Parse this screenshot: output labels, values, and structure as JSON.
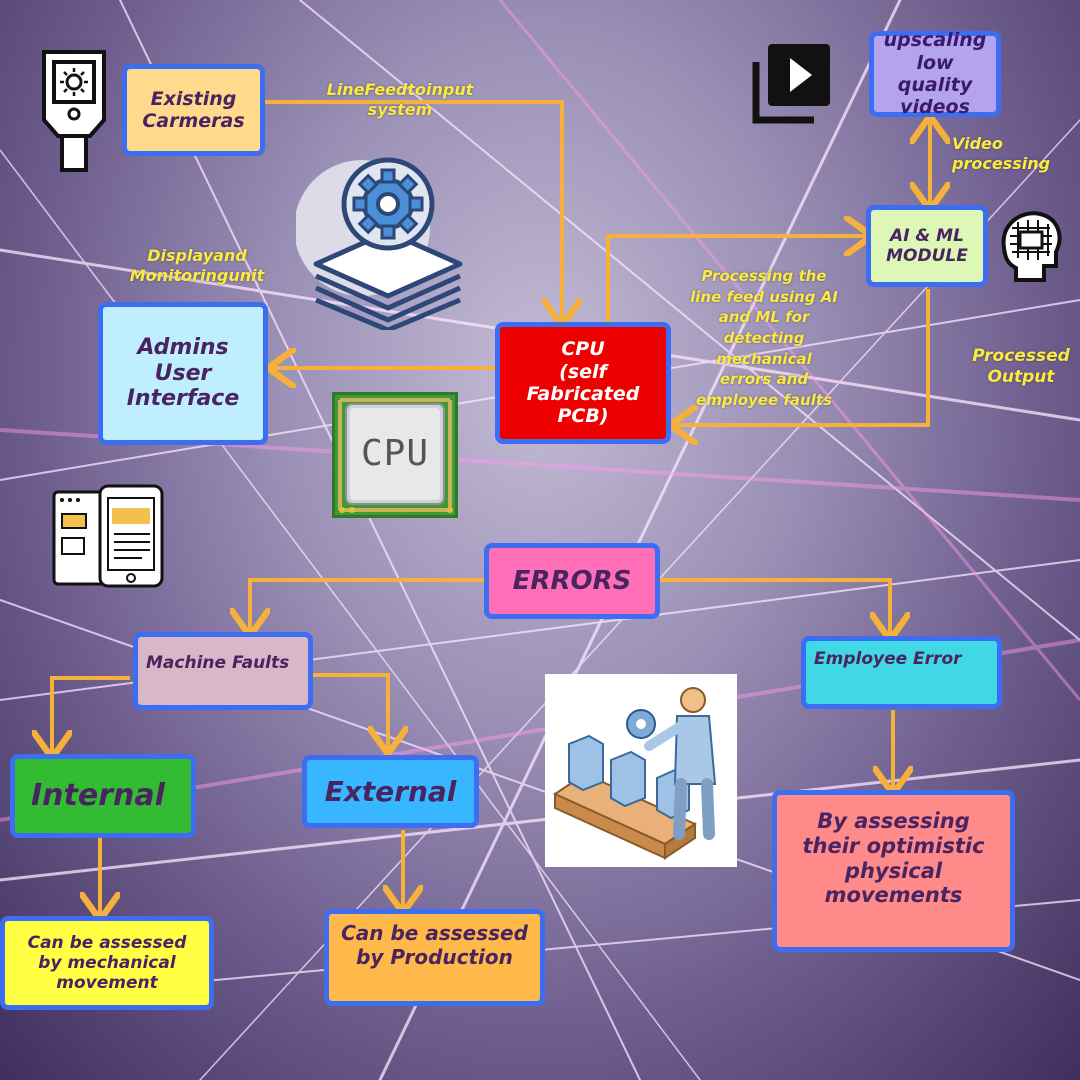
{
  "colors": {
    "connector": "#f6b03c",
    "box_border": "#3d6ef2",
    "label_text": "#f8ec3c",
    "node_text": "#4a2460"
  },
  "nodes": {
    "existing_cameras": "Existing\nCarmeras",
    "upscaling": "upscaling\nlow quality\nvideos",
    "ai_ml_module": "AI & ML\nMODULE",
    "admins_ui": "Admins\nUser\nInterface",
    "cpu": "CPU\n(self\nFabricated\nPCB)",
    "errors": "ERRORS",
    "machine_faults": "Machine Faults",
    "employee_error": "Employee Error",
    "internal": "Internal",
    "external": "External",
    "internal_assess": "Can be assessed\nby mechanical\nmovement",
    "external_assess": "Can be assessed\nby Production",
    "employee_assess": "By assessing\ntheir optimistic\nphysical\nmovements"
  },
  "edge_labels": {
    "line_feed": "LineFeedtoinput\nsystem",
    "video_processing": "Video\nprocessing",
    "display_monitoring": "Displayand\nMonitoringunit",
    "processing_line_feed": "Processing the\nline feed using AI\nand ML for\ndetecting\nmechanical\nerrors and\nemployee faults",
    "processed_output": "Processed\nOutput"
  },
  "icons": {
    "cpu_chip_text": "CPU"
  }
}
